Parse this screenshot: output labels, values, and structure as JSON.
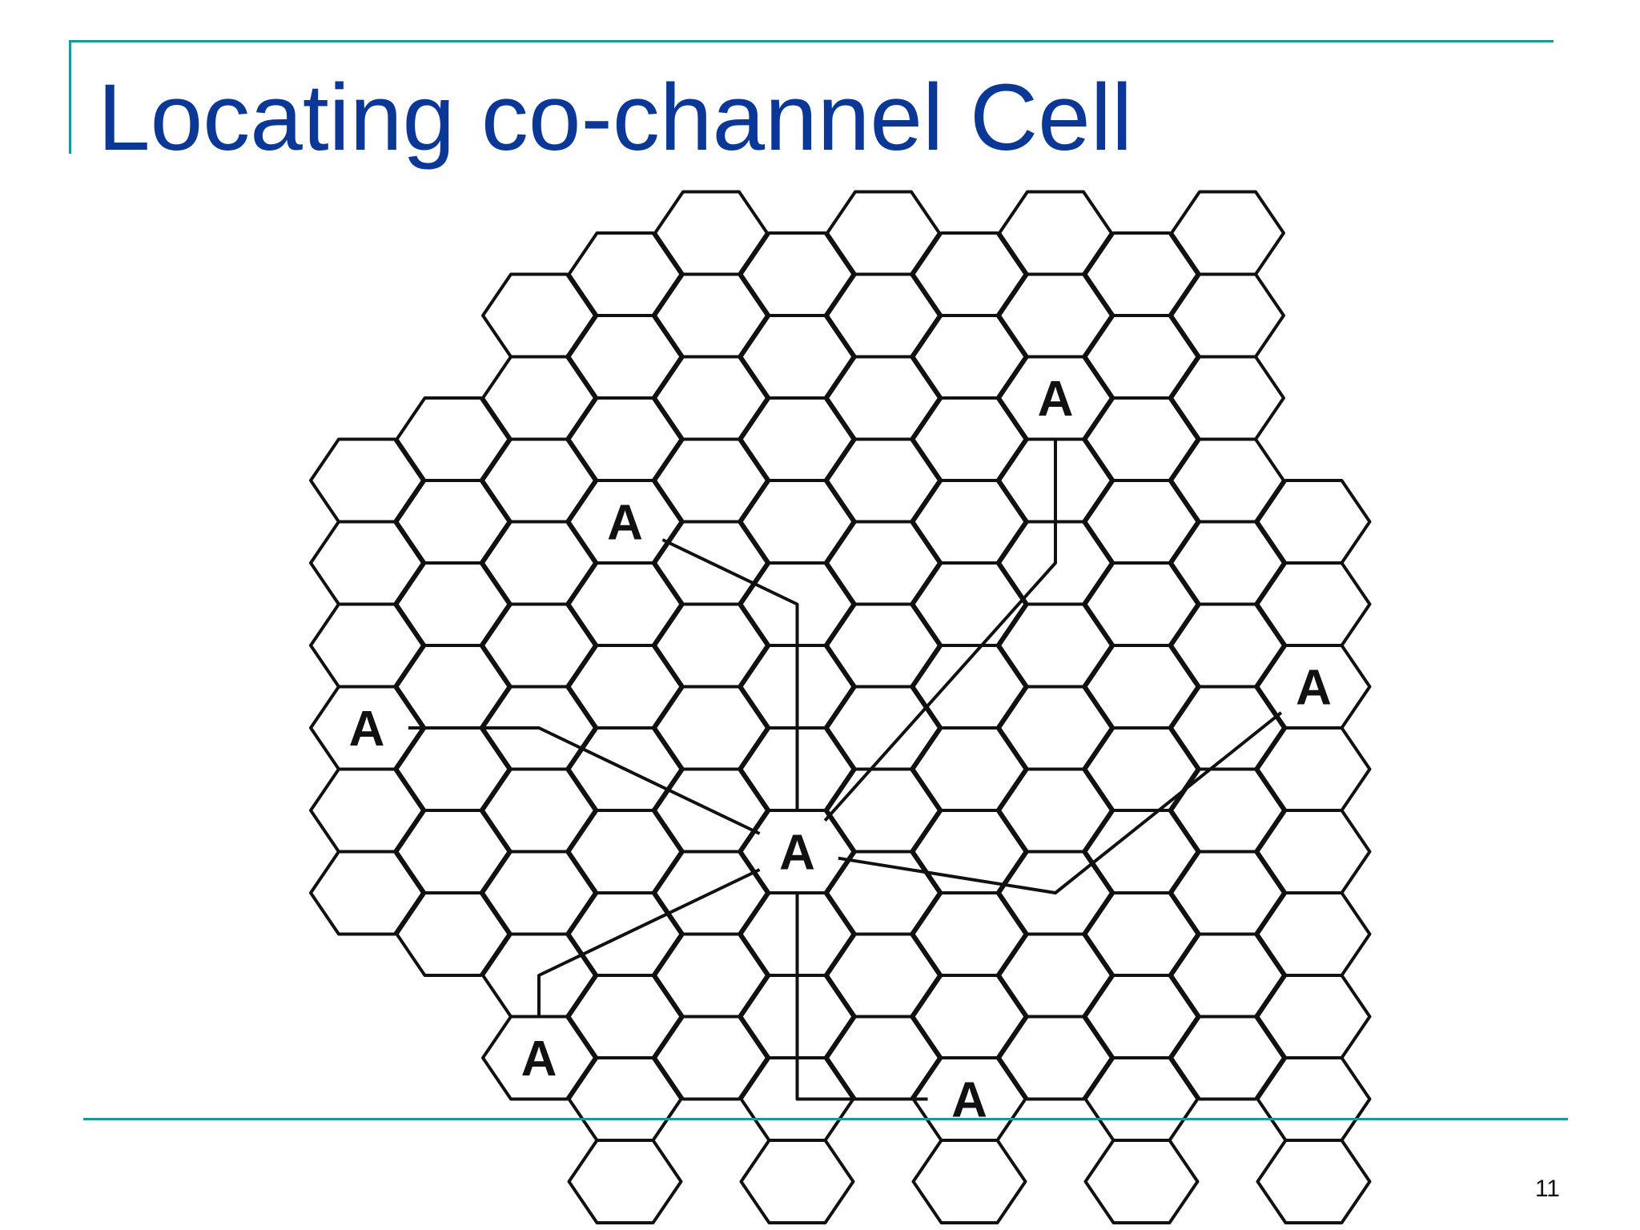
{
  "slide": {
    "title": "Locating co-channel Cell",
    "page_number": "11"
  },
  "colors": {
    "title": "#0b3796",
    "rule": "#1a9a96",
    "ink": "#111111"
  },
  "diagram": {
    "cell_label": "A",
    "cells": [
      [
        3,
        -3
      ],
      [
        4,
        -3
      ],
      [
        5,
        -3
      ],
      [
        6,
        -3
      ],
      [
        7,
        -3
      ],
      [
        8,
        -3
      ],
      [
        9,
        -3
      ],
      [
        10,
        -3
      ],
      [
        2,
        -2
      ],
      [
        3,
        -2
      ],
      [
        4,
        -2
      ],
      [
        5,
        -2
      ],
      [
        6,
        -2
      ],
      [
        7,
        -2
      ],
      [
        8,
        -2
      ],
      [
        9,
        -2
      ],
      [
        10,
        -2
      ],
      [
        1,
        -1
      ],
      [
        2,
        -1
      ],
      [
        3,
        -1
      ],
      [
        4,
        -1
      ],
      [
        5,
        -1
      ],
      [
        6,
        -1
      ],
      [
        7,
        -1
      ],
      [
        8,
        -1
      ],
      [
        9,
        -1
      ],
      [
        10,
        -1
      ],
      [
        0,
        0
      ],
      [
        1,
        0
      ],
      [
        2,
        0
      ],
      [
        3,
        0
      ],
      [
        4,
        0
      ],
      [
        5,
        0
      ],
      [
        6,
        0
      ],
      [
        7,
        0
      ],
      [
        8,
        0
      ],
      [
        9,
        0
      ],
      [
        10,
        0
      ],
      [
        11,
        0
      ],
      [
        0,
        1
      ],
      [
        1,
        1
      ],
      [
        2,
        1
      ],
      [
        3,
        1
      ],
      [
        4,
        1
      ],
      [
        5,
        1
      ],
      [
        6,
        1
      ],
      [
        7,
        1
      ],
      [
        8,
        1
      ],
      [
        9,
        1
      ],
      [
        10,
        1
      ],
      [
        11,
        1
      ],
      [
        0,
        2
      ],
      [
        1,
        2
      ],
      [
        2,
        2
      ],
      [
        3,
        2
      ],
      [
        4,
        2
      ],
      [
        5,
        2
      ],
      [
        6,
        2
      ],
      [
        7,
        2
      ],
      [
        8,
        2
      ],
      [
        9,
        2
      ],
      [
        10,
        2
      ],
      [
        11,
        2
      ],
      [
        0,
        3
      ],
      [
        1,
        3
      ],
      [
        2,
        3
      ],
      [
        3,
        3
      ],
      [
        4,
        3
      ],
      [
        5,
        3
      ],
      [
        6,
        3
      ],
      [
        7,
        3
      ],
      [
        8,
        3
      ],
      [
        9,
        3
      ],
      [
        10,
        3
      ],
      [
        11,
        3
      ],
      [
        0,
        4
      ],
      [
        1,
        4
      ],
      [
        2,
        4
      ],
      [
        3,
        4
      ],
      [
        4,
        4
      ],
      [
        5,
        4
      ],
      [
        6,
        4
      ],
      [
        7,
        4
      ],
      [
        8,
        4
      ],
      [
        9,
        4
      ],
      [
        10,
        4
      ],
      [
        11,
        4
      ],
      [
        0,
        5
      ],
      [
        1,
        5
      ],
      [
        2,
        5
      ],
      [
        3,
        5
      ],
      [
        4,
        5
      ],
      [
        5,
        5
      ],
      [
        6,
        5
      ],
      [
        7,
        5
      ],
      [
        8,
        5
      ],
      [
        9,
        5
      ],
      [
        10,
        5
      ],
      [
        11,
        5
      ],
      [
        2,
        6
      ],
      [
        3,
        6
      ],
      [
        4,
        6
      ],
      [
        5,
        6
      ],
      [
        6,
        6
      ],
      [
        7,
        6
      ],
      [
        8,
        6
      ],
      [
        9,
        6
      ],
      [
        10,
        6
      ],
      [
        11,
        6
      ],
      [
        2,
        7
      ],
      [
        3,
        7
      ],
      [
        4,
        7
      ],
      [
        5,
        7
      ],
      [
        6,
        7
      ],
      [
        7,
        7
      ],
      [
        8,
        7
      ],
      [
        9,
        7
      ],
      [
        10,
        7
      ],
      [
        11,
        7
      ],
      [
        3,
        8
      ],
      [
        5,
        8
      ],
      [
        7,
        8
      ],
      [
        9,
        8
      ],
      [
        11,
        8
      ]
    ],
    "co_channel_cells": [
      [
        5,
        4
      ],
      [
        3,
        0
      ],
      [
        8,
        -1
      ],
      [
        0,
        3
      ],
      [
        11,
        2
      ],
      [
        2,
        7
      ],
      [
        7,
        7
      ]
    ],
    "center_cell": [
      5,
      4
    ],
    "paths": [
      [
        [
          5,
          4
        ],
        [
          5,
          1
        ],
        [
          3,
          0
        ]
      ],
      [
        [
          5,
          4
        ],
        [
          8,
          1
        ],
        [
          8,
          -1
        ]
      ],
      [
        [
          5,
          4
        ],
        [
          8,
          5
        ],
        [
          11,
          2
        ]
      ],
      [
        [
          5,
          4
        ],
        [
          5,
          7
        ],
        [
          7,
          7
        ]
      ],
      [
        [
          5,
          4
        ],
        [
          2,
          6
        ],
        [
          2,
          7
        ]
      ],
      [
        [
          5,
          4
        ],
        [
          2,
          3
        ],
        [
          0,
          3
        ]
      ]
    ]
  }
}
